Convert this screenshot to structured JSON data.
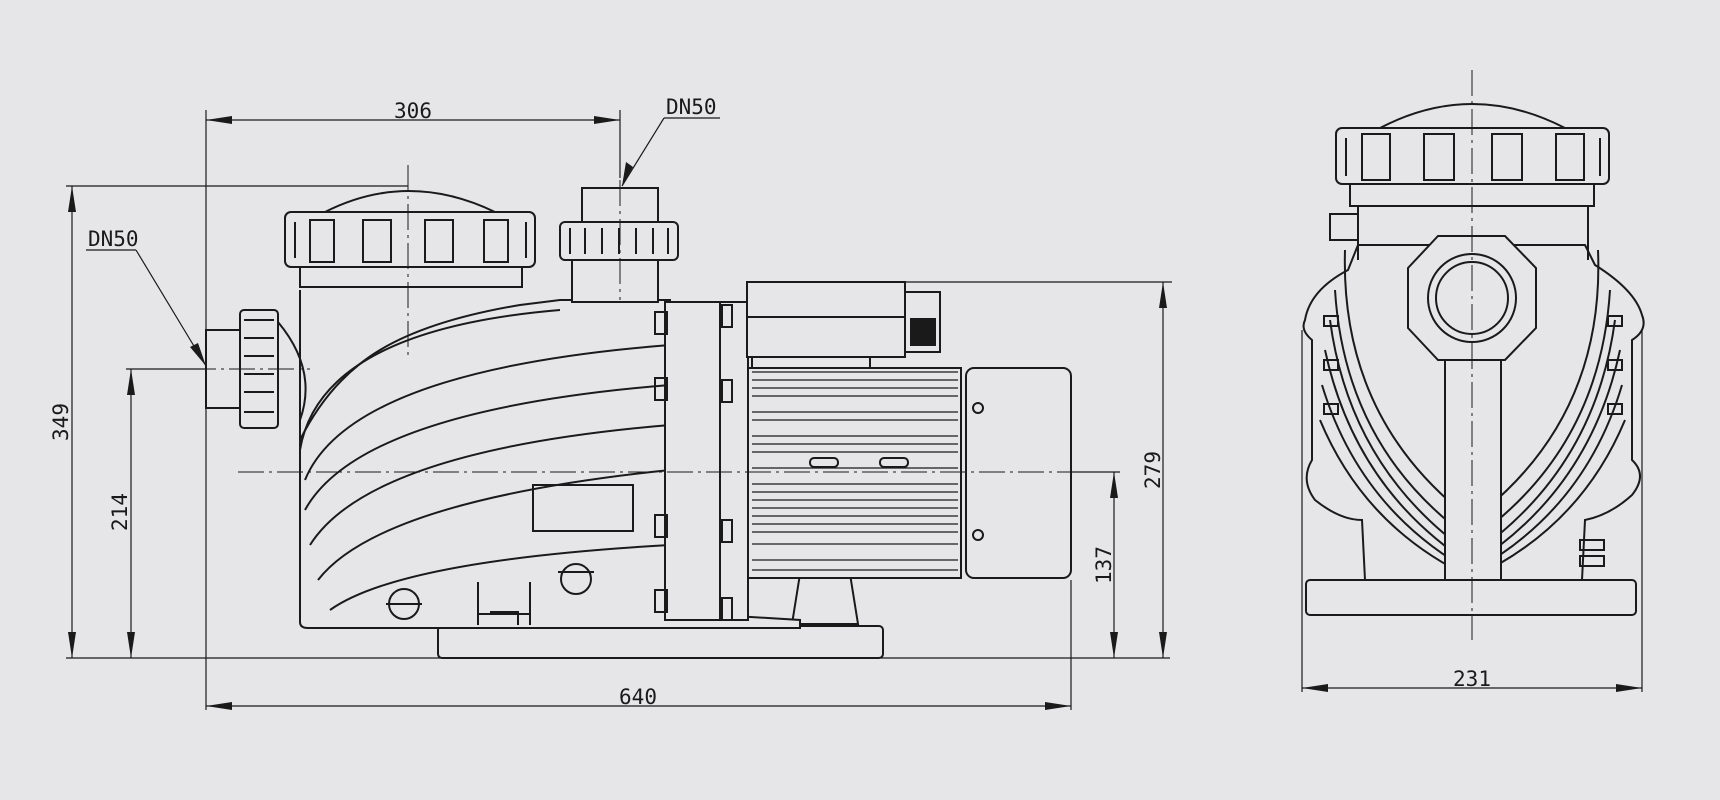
{
  "dimensions": {
    "overall_length": "640",
    "inlet_offset_length": "306",
    "overall_height": "349",
    "inlet_height": "214",
    "motor_height": "279",
    "shaft_height": "137",
    "side_width": "231"
  },
  "ports": {
    "outlet_label": "DN50",
    "inlet_label": "DN50"
  }
}
